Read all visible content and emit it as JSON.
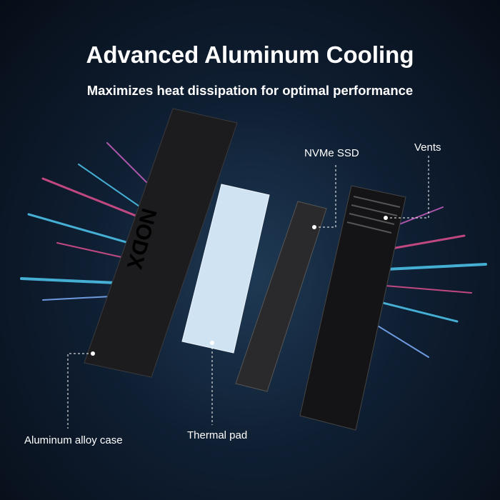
{
  "title": "Advanced Aluminum Cooling",
  "subtitle": "Maximizes heat dissipation for optimal performance",
  "brand_logo": "NODX",
  "labels": {
    "case": "Aluminum alloy case",
    "pad": "Thermal pad",
    "ssd": "NVMe SSD",
    "vents": "Vents"
  },
  "colors": {
    "background": "#0f1f33",
    "streak_pink": "#e0508f",
    "streak_cyan": "#4fc8f0",
    "pad": "#cfe3f2",
    "case": "#1c1c1e"
  }
}
